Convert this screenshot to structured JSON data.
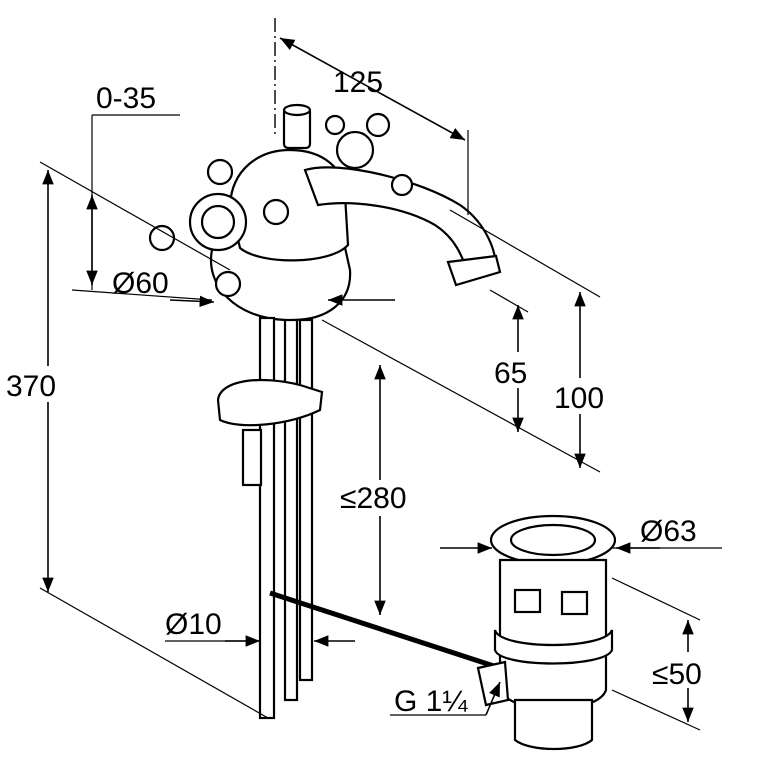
{
  "dimensions": {
    "spout_adjust": "0-35",
    "reach": "125",
    "total_height": "370",
    "base_diameter": "Ø60",
    "clearance": "65",
    "spout_height": "100",
    "rod_length": "≤280",
    "rod_diameter": "Ø10",
    "waste_diameter": "Ø63",
    "waste_height": "≤50",
    "thread": "G 1¼"
  }
}
